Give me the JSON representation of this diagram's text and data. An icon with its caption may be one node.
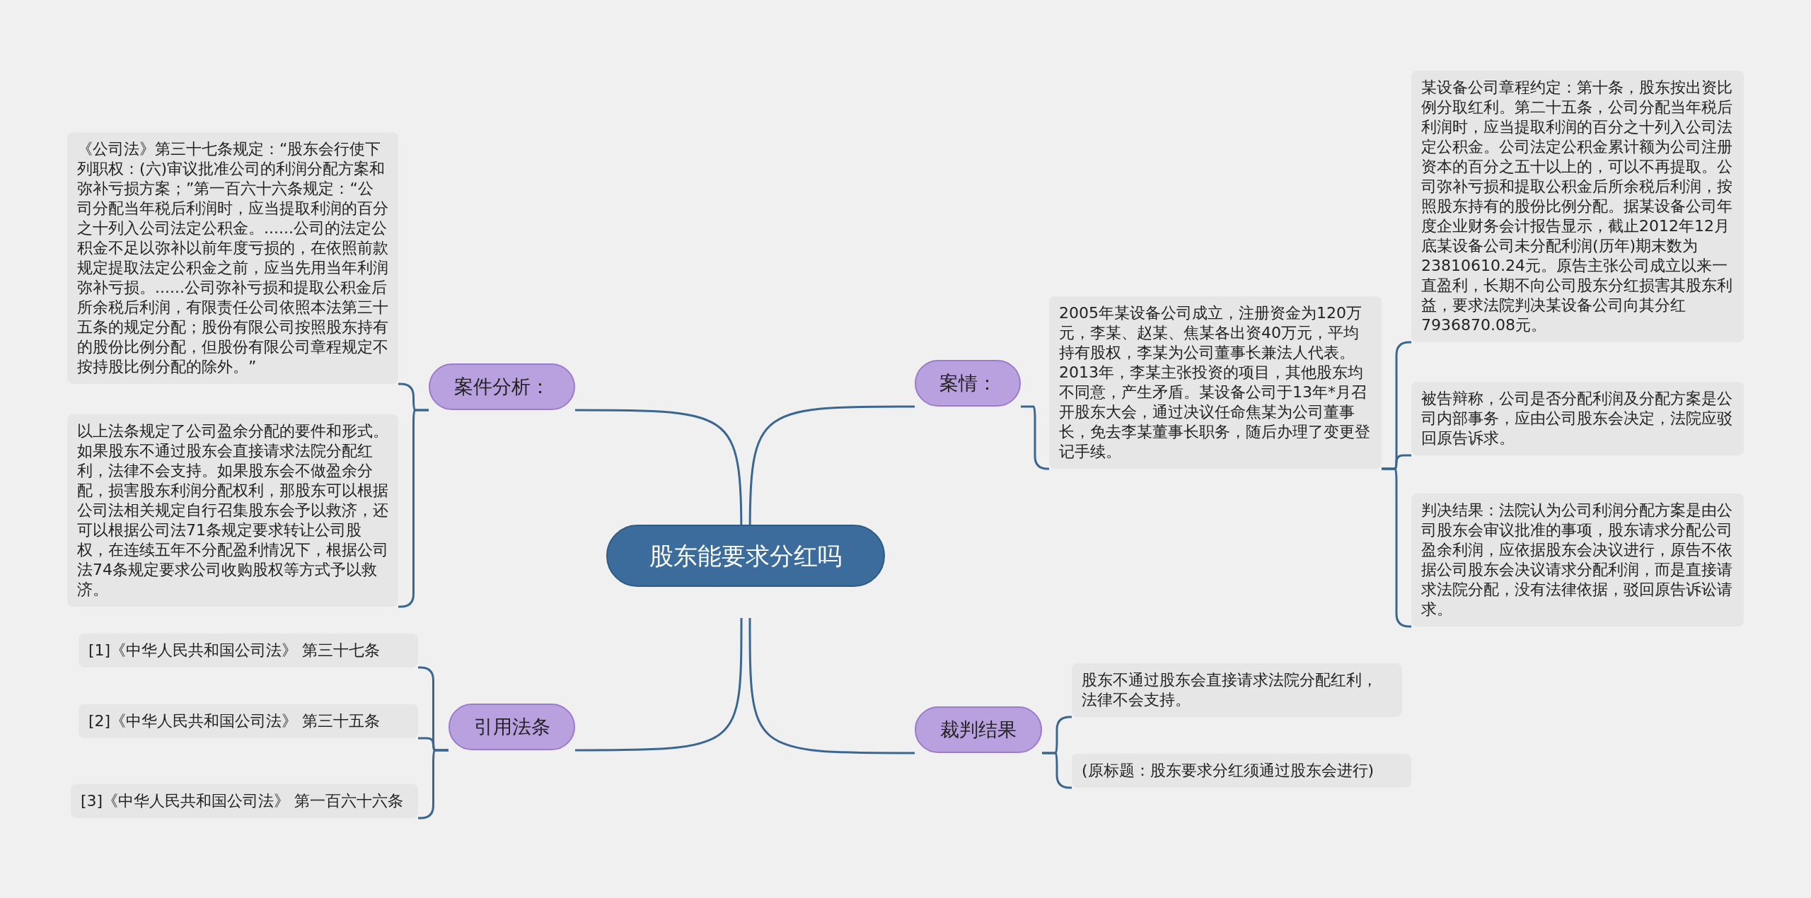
{
  "diagram": {
    "nodes": [
      {
        "text": [
          "股东能要求分红吗"
        ]
      },
      {
        "text": [
          "案件分析："
        ]
      },
      {
        "text": [
          "《公司法》第三十七条规定：“股东会行使下列职权：(六)审议批准公司的利润分配方案和弥补亏损方案；”第一百六十六条规定：“公司分配当年税后利润时，应当提取利润的百分之十列入公司法定公积金。......公司的法定公积金不足以弥补以前年度亏损的，在依照前款规定提取法定公积金之前，应当先用当年利润弥补亏损。......公司弥补亏损和提取公积金后所余税后利润，有限责任公司依照本法第三十五条的规定分配；股份有限公司按照股东持有的股份比例分配，但股份有限公司章程规定不按持股比例分配的除外。”"
        ]
      },
      {
        "text": [
          "以上法条规定了公司盈余分配的要件和形式。如果股东不通过股东会直接请求法院分配红利，法律不会支持。如果股东会不做盈余分配，损害股东利润分配权利，那股东可以根据公司法相关规定自行召集股东会予以救济，还可以根据公司法71条规定要求转让公司股权，在连续五年不分配盈利情况下，根据公司法74条规定要求公司收购股权等方式予以救济。"
        ]
      },
      {
        "text": [
          "引用法条"
        ]
      },
      {
        "text": [
          "[1]《中华人民共和国公司法》 第三十七条"
        ]
      },
      {
        "text": [
          "[2]《中华人民共和国公司法》 第三十五条"
        ]
      },
      {
        "text": [
          "[3]《中华人民共和国公司法》 第一百六十六条"
        ]
      },
      {
        "text": [
          "案情："
        ]
      },
      {
        "text": [
          "2005年某设备公司成立，注册资金为120万元，李某、赵某、焦某各出资40万元，平均持有股权，李某为公司董事长兼法人代表。2013年，李某主张投资的项目，其他股东均不同意，产生矛盾。某设备公司于13年*月召开股东大会，通过决议任命焦某为公司董事长，免去李某董事长职务，随后办理了变更登记手续。"
        ]
      },
      {
        "text": [
          "某设备公司章程约定：第十条，股东按出资比例分取红利。第二十五条，公司分配当年税后利润时，应当提取利润的百分之十列入公司法定公积金。公司法定公积金累计额为公司注册资本的百分之五十以上的，可以不再提取。公司弥补亏损和提取公积金后所余税后利润，按照股东持有的股份比例分配。据某设备公司年度企业财务会计报告显示，截止2012年12月底某设备公司未分配利润(历年)期末数为23810610.24元。原告主张公司成立以来一直盈利，长期不向公司股东分红损害其股东利益，要求法院判决某设备公司向其分红7936870.08元。"
        ]
      },
      {
        "text": [
          "被告辩称，公司是否分配利润及分配方案是公司内部事务，应由公司股东会决定，法院应驳回原告诉求。"
        ]
      },
      {
        "text": [
          "判决结果：法院认为公司利润分配方案是由公司股东会审议批准的事项，股东请求分配公司盈余利润，应依据股东会决议进行，原告不依据公司股东会决议请求分配利润，而是直接请求法院分配，没有法律依据，驳回原告诉讼请求。"
        ]
      },
      {
        "text": [
          "裁判结果"
        ]
      },
      {
        "text": [
          "股东不通过股东会直接请求法院分配红利，法律不会支持。"
        ]
      },
      {
        "text": [
          "(原标题：股东要求分红须通过股东会进行)"
        ]
      }
    ],
    "edges": [
      {
        "from": 0,
        "to": 1,
        "arrow": "none"
      },
      {
        "from": 1,
        "to": 2,
        "arrow": "none"
      },
      {
        "from": 1,
        "to": 3,
        "arrow": "none"
      },
      {
        "from": 0,
        "to": 4,
        "arrow": "none"
      },
      {
        "from": 4,
        "to": 5,
        "arrow": "none"
      },
      {
        "from": 4,
        "to": 6,
        "arrow": "none"
      },
      {
        "from": 4,
        "to": 7,
        "arrow": "none"
      },
      {
        "from": 0,
        "to": 8,
        "arrow": "none"
      },
      {
        "from": 8,
        "to": 9,
        "arrow": "none"
      },
      {
        "from": 9,
        "to": 10,
        "arrow": "none"
      },
      {
        "from": 9,
        "to": 11,
        "arrow": "none"
      },
      {
        "from": 9,
        "to": 12,
        "arrow": "none"
      },
      {
        "from": 0,
        "to": 13,
        "arrow": "none"
      },
      {
        "from": 13,
        "to": 14,
        "arrow": "none"
      },
      {
        "from": 13,
        "to": 15,
        "arrow": "none"
      }
    ]
  }
}
